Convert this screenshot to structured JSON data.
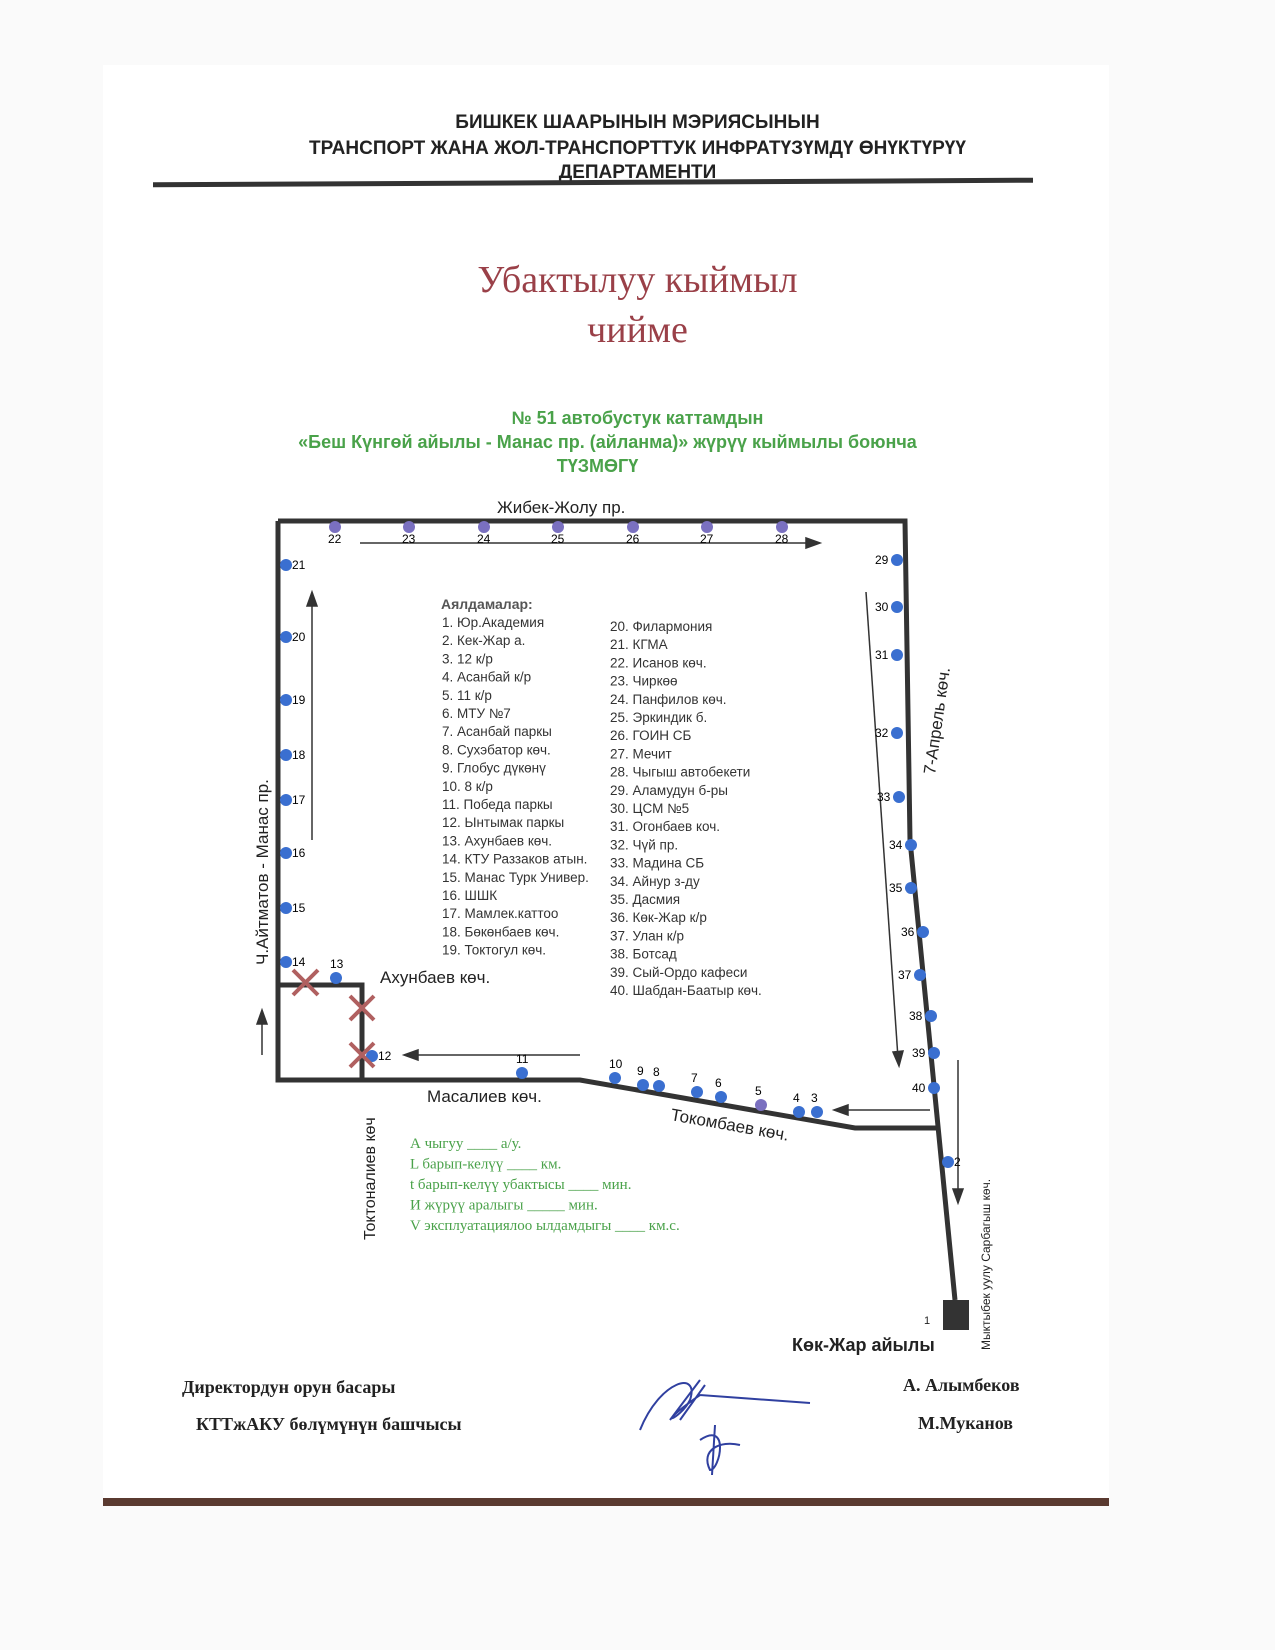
{
  "header": {
    "line1": "БИШКЕК ШААРЫНЫН  МЭРИЯСЫНЫН",
    "line2": "ТРАНСПОРТ ЖАНА ЖОЛ-ТРАНСПОРТТУК ИНФРАТҮЗҮМДҮ ӨНҮКТҮРҮҮ",
    "line3": "ДЕПАРТАМЕНТИ"
  },
  "title": {
    "line1": "Убактылуу кыймыл",
    "line2": "чийме"
  },
  "subtitle": {
    "line1": "№ 51  автобустук каттамдын",
    "line2": "«Беш Күнгөй айылы  - Манас пр. (айланма)» жүрүү кыймылы боюнча",
    "line3": "ТҮЗМӨГҮ"
  },
  "streets": {
    "top": "Жибек-Жолу пр.",
    "left": "Ч.Айтматов - Манас пр.",
    "right": "7-Апрель көч.",
    "akhunbaev": "Ахунбаев көч.",
    "masaliev": "Масалиев көч.",
    "tokombaev": "Токомбаев көч.",
    "toktonaliev": "Токтоналиев көч",
    "far_right": "Мыктыбек уулу Сарбагыш көч.",
    "terminal": "Көк-Жар айылы"
  },
  "stops_heading": "Аялдамалар:",
  "stops_col1": [
    "1. Юр.Академия",
    "2. Кек-Жар а.",
    "3. 12 к/р",
    "4. Асанбай к/р",
    "5. 11 к/р",
    "6. МТУ №7",
    "7. Асанбай паркы",
    "8. Сухэбатор көч.",
    "9. Глобус дүкөнү",
    "10. 8 к/р",
    "11. Победа паркы",
    "12. Ынтымак паркы",
    "13. Ахунбаев көч.",
    "14. КТУ Раззаков атын.",
    "15. Манас Турк Универ.",
    "16. ШШК",
    "17. Мамлек.каттоо",
    "18. Бөкөнбаев көч.",
    "19. Токтогул көч."
  ],
  "stops_col2": [
    "20. Филармония",
    "21. КГМА",
    "22. Исанов көч.",
    "23. Чиркөө",
    "24. Панфилов көч.",
    "25. Эркиндик б.",
    "26. ГОИН СБ",
    "27. Мечит",
    "28. Чыгыш автобекети",
    "29. Аламудун б-ры",
    "30. ЦСМ №5",
    "31. Огонбаев коч.",
    "32.  Чүй пр.",
    "33. Мадина СБ",
    "34. Айнур з-ду",
    "35. Дасмия",
    "36. Көк-Жар к/р",
    "37. Улан к/р",
    "38. Ботсад",
    "39. Сый-Ордо кафеси",
    "40. Шабдан-Баатыр көч."
  ],
  "params": [
    "А чыгуу  ____ а/у.",
    "L барып-келүү  ____  км.",
    "t барып-келүү убактысы  ____ мин.",
    "И жүрүү аралыгы _____ мин.",
    "V эксплуатациялоо ылдамдыгы ____ км.с."
  ],
  "signatures": {
    "left1": "Директордун орун басары",
    "left2": "КТТжАКУ  бөлүмүнүн башчысы",
    "right1": "А. Алымбеков",
    "right2": "М.Муканов"
  },
  "colors": {
    "road": "#333333",
    "stop": "#3a6fd0",
    "closed": "#b06060",
    "text_green": "#4aa24a",
    "title": "#9a4048"
  }
}
